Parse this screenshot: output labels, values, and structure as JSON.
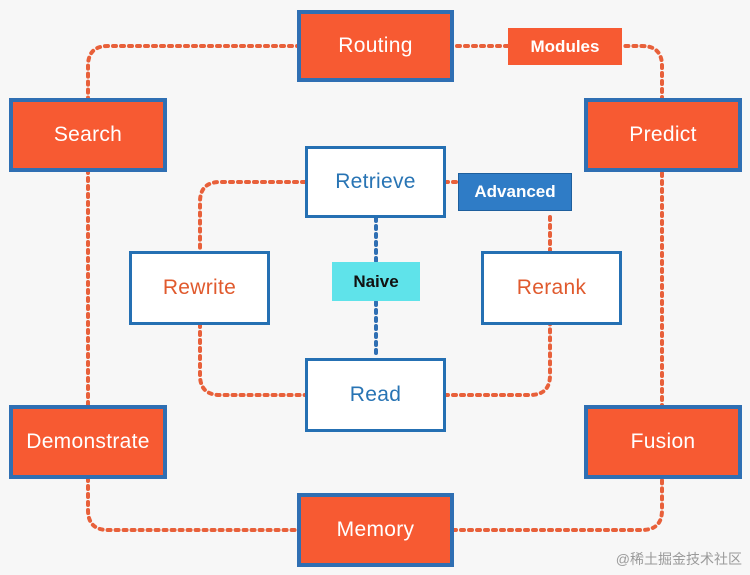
{
  "modules": {
    "routing": "Routing",
    "search": "Search",
    "predict": "Predict",
    "demonstrate": "Demonstrate",
    "fusion": "Fusion",
    "memory": "Memory"
  },
  "inner": {
    "retrieve": "Retrieve",
    "rewrite": "Rewrite",
    "rerank": "Rerank",
    "read": "Read"
  },
  "tags": {
    "modules": "Modules",
    "advanced": "Advanced",
    "naive": "Naive"
  },
  "watermark": "@稀土掘金技术社区",
  "colors": {
    "module_fill": "#f75a32",
    "border_blue": "#2f6fb3",
    "dotted_orange": "#e8603a",
    "dotted_blue": "#2f6fb3",
    "naive_fill": "#5fe3ea",
    "advanced_fill": "#2f7cc6"
  }
}
